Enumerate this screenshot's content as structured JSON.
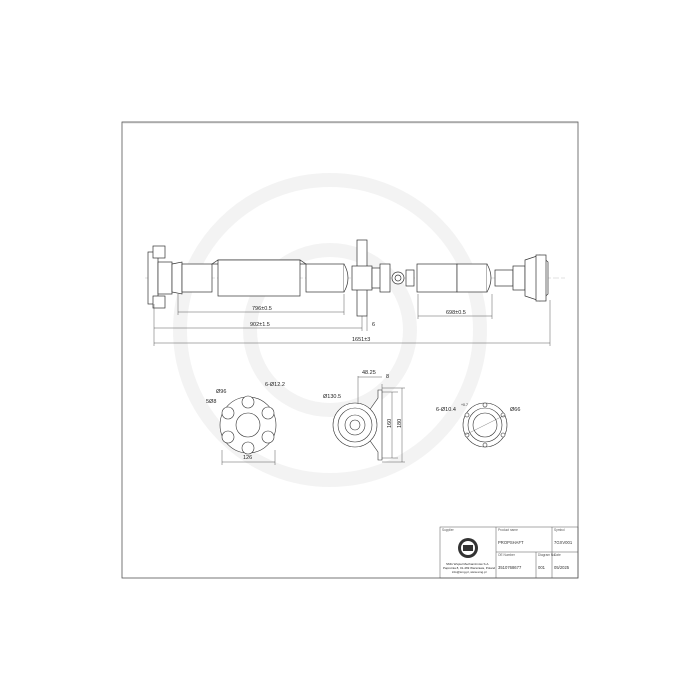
{
  "drawing": {
    "dimensions": {
      "front_tube_length": "796±0.5",
      "front_section_length": "902±1.5",
      "bearing_offset": "6",
      "rear_tube_length": "698±0.5",
      "overall_length": "1651±3"
    },
    "front_flange": {
      "pcd": "Ø96",
      "pilot": "5Ø8",
      "holes": "6-Ø12.2",
      "width": "126"
    },
    "center_bearing": {
      "offset": "48.25",
      "thickness": "8",
      "diameter": "Ø130.5",
      "hole_spacing": "160",
      "height": "180"
    },
    "rear_flange": {
      "holes": "6-Ø10.4",
      "tolerance": "+0.7",
      "diameter": "Ø66"
    }
  },
  "title_block": {
    "supplier_label": "Supplier",
    "company_lines": [
      "SMG Wspiel Mechanizmów S.A.",
      "Paprotnia 8, 01-469 Warszawa, Poland",
      "info@smg.pl, www.smg.pl"
    ],
    "product_name_label": "Product name",
    "product_name": "PROPSHAFT",
    "symbol_label": "Symbol",
    "symbol": "7GXV001",
    "oe_label": "OE Number",
    "oe_number": "3510768677",
    "diagram_label": "Diagram No.",
    "diagram_no": "001",
    "date_label": "Date",
    "date": "05/2025"
  },
  "colors": {
    "line": "#333333",
    "watermark": "#eeeeee"
  }
}
